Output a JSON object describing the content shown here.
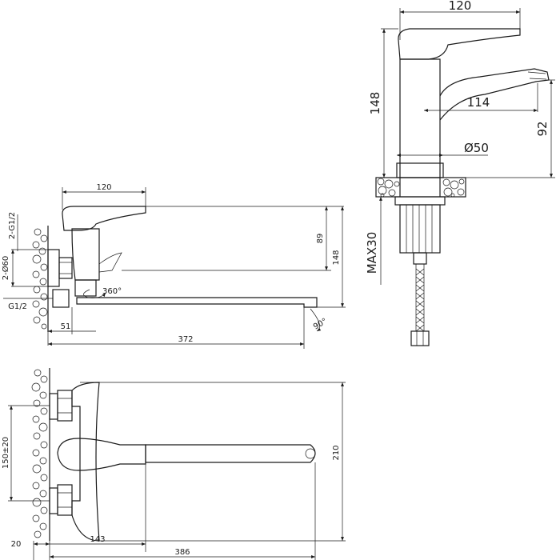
{
  "colors": {
    "line": "#1a1a1a",
    "background": "#ffffff"
  },
  "top_right_view": {
    "width": "120",
    "height": "148",
    "spout_reach": "114",
    "spout_height": "92",
    "base_diameter": "Ø50",
    "deck_thickness": "MAX30"
  },
  "side_view": {
    "width": "120",
    "handle_height": "89",
    "total_height": "148",
    "thread_top": "2-G1/2",
    "escutcheon": "2-Ø60",
    "thread_bottom": "G1/2",
    "rotation": "360°",
    "spout_angle": "90°",
    "wall_offset": "51",
    "total_length": "372"
  },
  "plan_view": {
    "centers": "150±20",
    "depth": "210",
    "wall_gap": "20",
    "body_offset": "143",
    "total_length": "386"
  }
}
